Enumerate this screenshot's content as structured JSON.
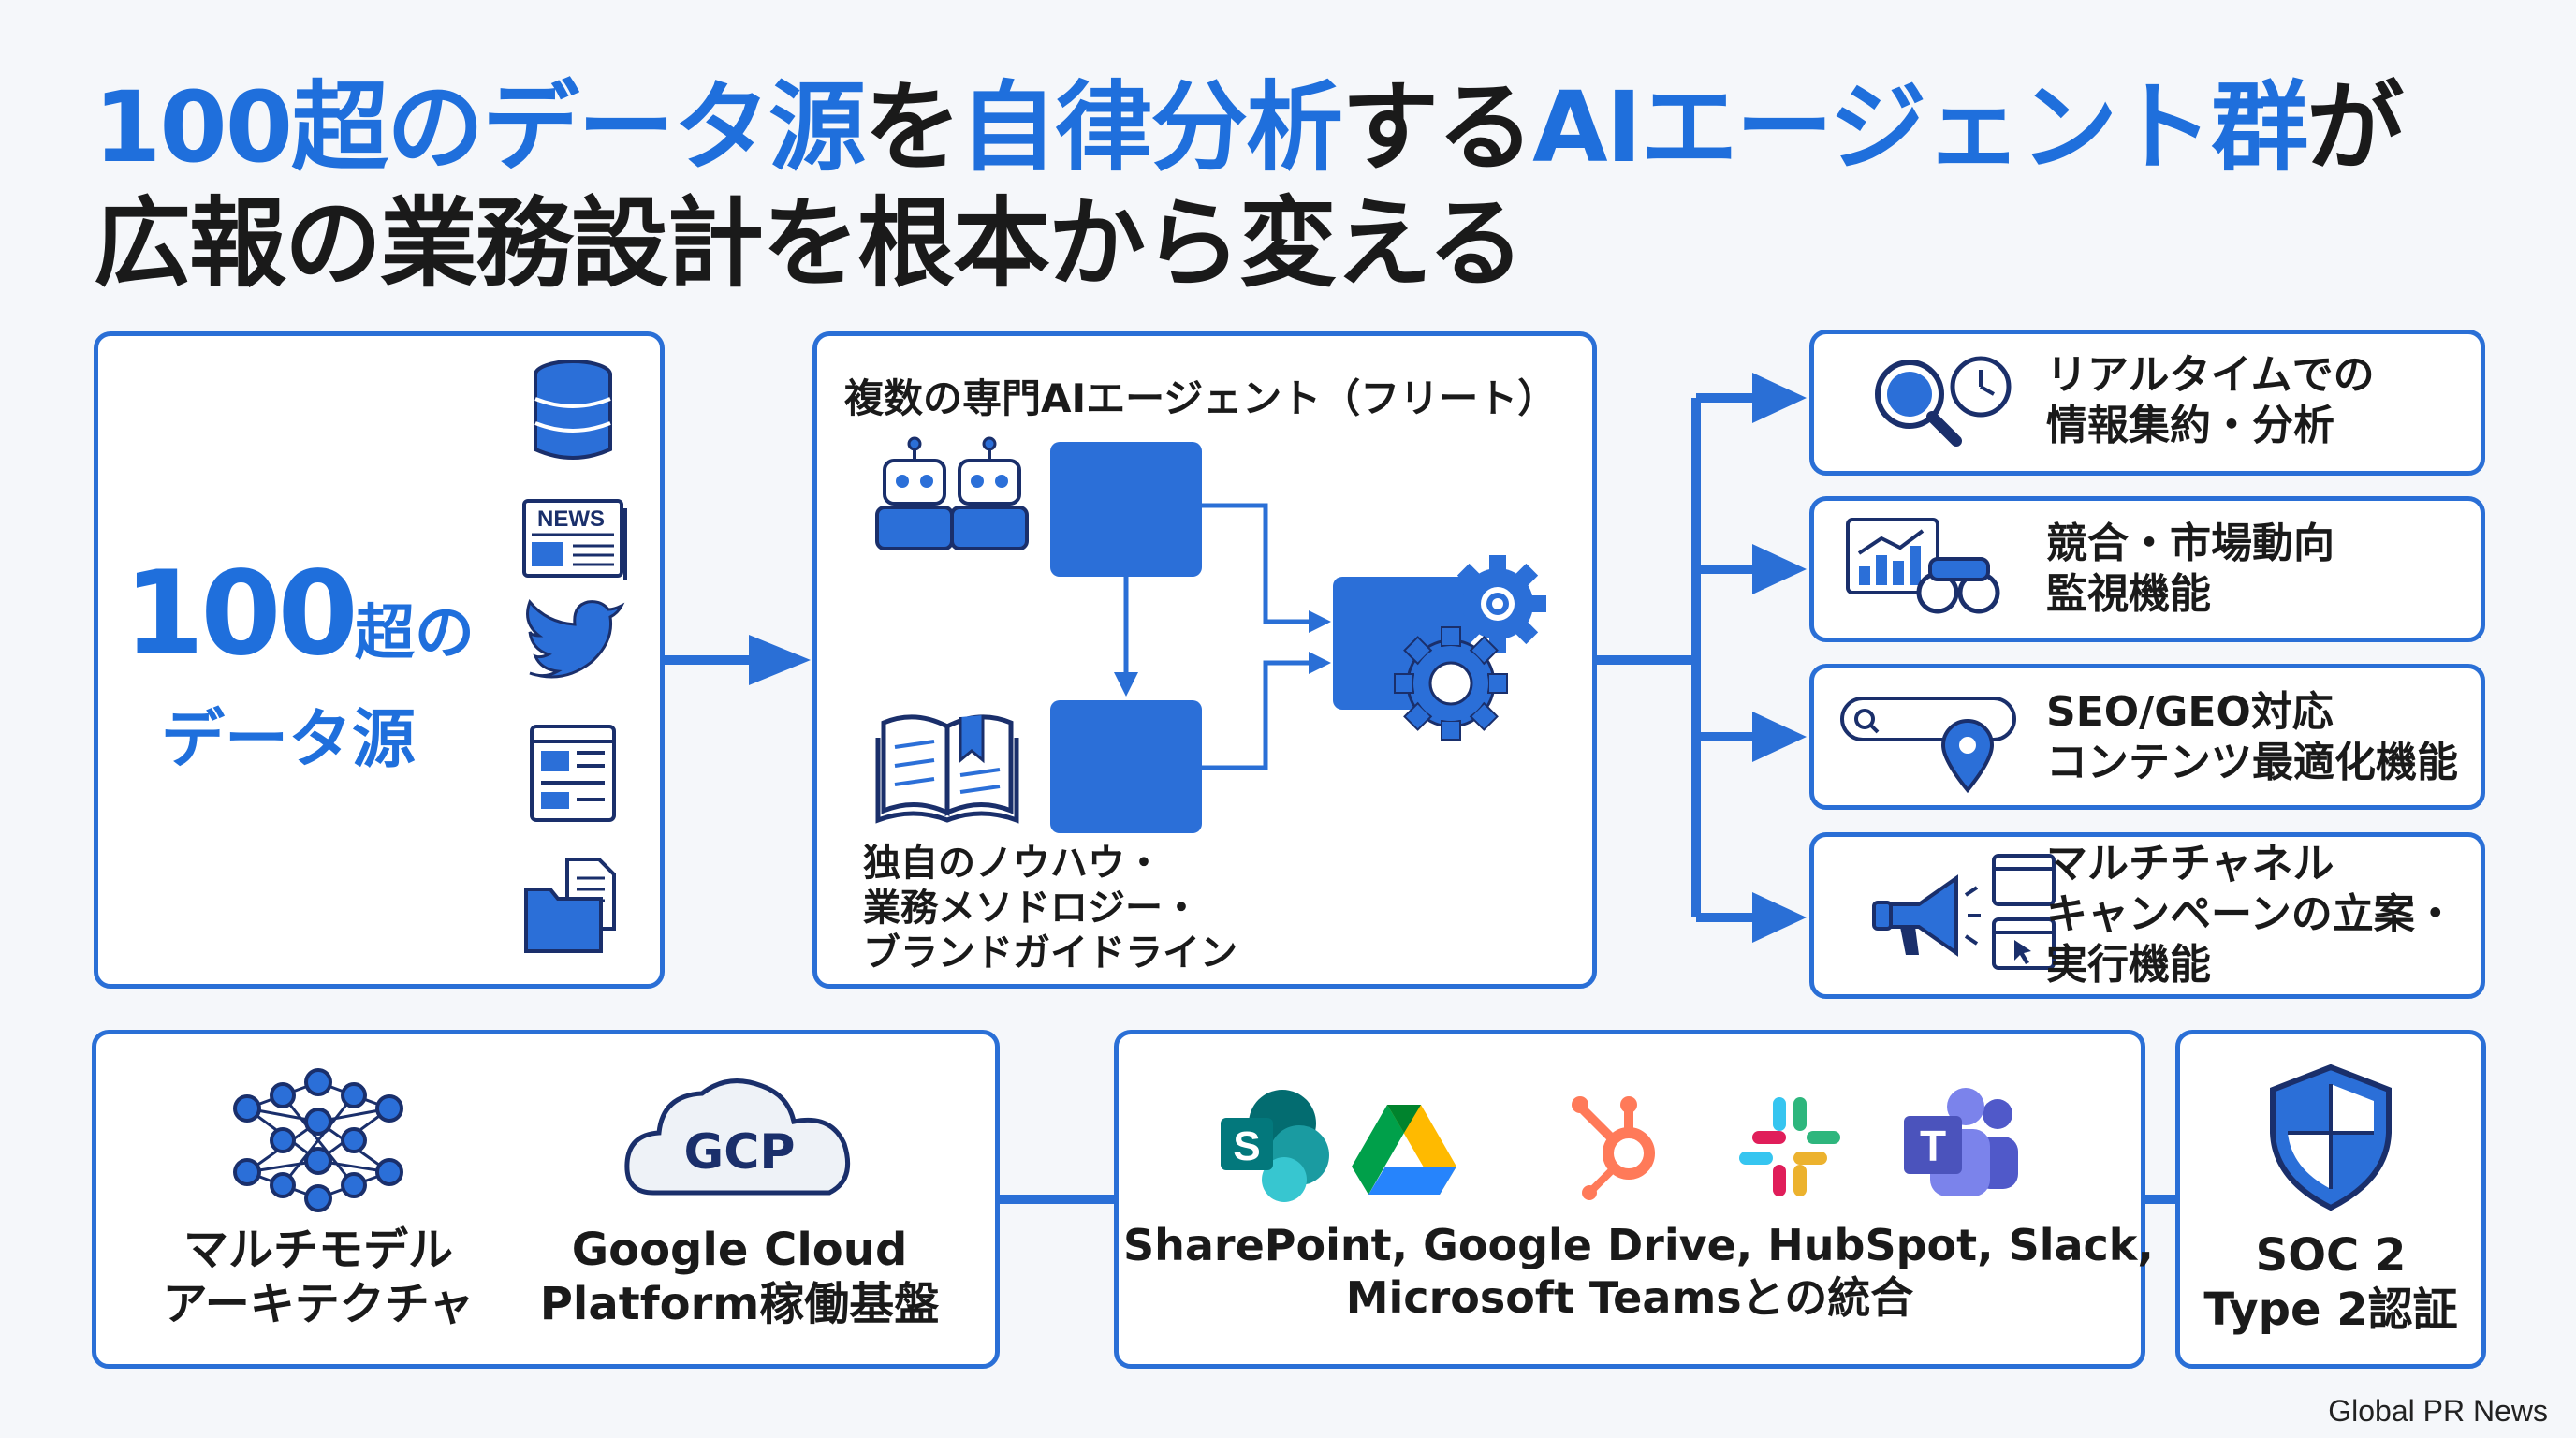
{
  "title": {
    "line1_parts": [
      "100超のデータ源",
      "を",
      "自律分析",
      "する",
      "AIエージェント群",
      "が"
    ],
    "line2": "広報の業務設計を根本から変える"
  },
  "sources": {
    "big_number": "100",
    "suffix": "超の",
    "label": "データ源",
    "news_icon_text": "NEWS"
  },
  "fleet": {
    "title": "複数の専門AIエージェント（フリート）",
    "knowhow_lines": [
      "独自のノウハウ・",
      "業務メソドロジー・",
      "ブランドガイドライン"
    ]
  },
  "functions": [
    {
      "lines": [
        "リアルタイムでの",
        "情報集約・分析"
      ]
    },
    {
      "lines": [
        "競合・市場動向",
        "監視機能"
      ]
    },
    {
      "lines": [
        "SEO/GEO対応",
        "コンテンツ最適化機能"
      ]
    },
    {
      "lines": [
        "マルチチャネル",
        "キャンペーンの立案・",
        "実行機能"
      ]
    }
  ],
  "platform": {
    "multimodel_lines": [
      "マルチモデル",
      "アーキテクチャ"
    ],
    "gcp_icon_text": "GCP",
    "gcp_lines": [
      "Google Cloud",
      "Platform稼働基盤"
    ]
  },
  "integrations": {
    "sharepoint_letter": "S",
    "teams_letter": "T",
    "lines": [
      "SharePoint, Google Drive, HubSpot, Slack,",
      "Microsoft Teamsとの統合"
    ]
  },
  "security": {
    "lines": [
      "SOC 2",
      "Type 2認証"
    ]
  },
  "footer": "Global PR News",
  "colors": {
    "accent_blue": "#1f6fdc",
    "box_border": "#2a6fd6",
    "dark_navy": "#1a2f6b"
  }
}
